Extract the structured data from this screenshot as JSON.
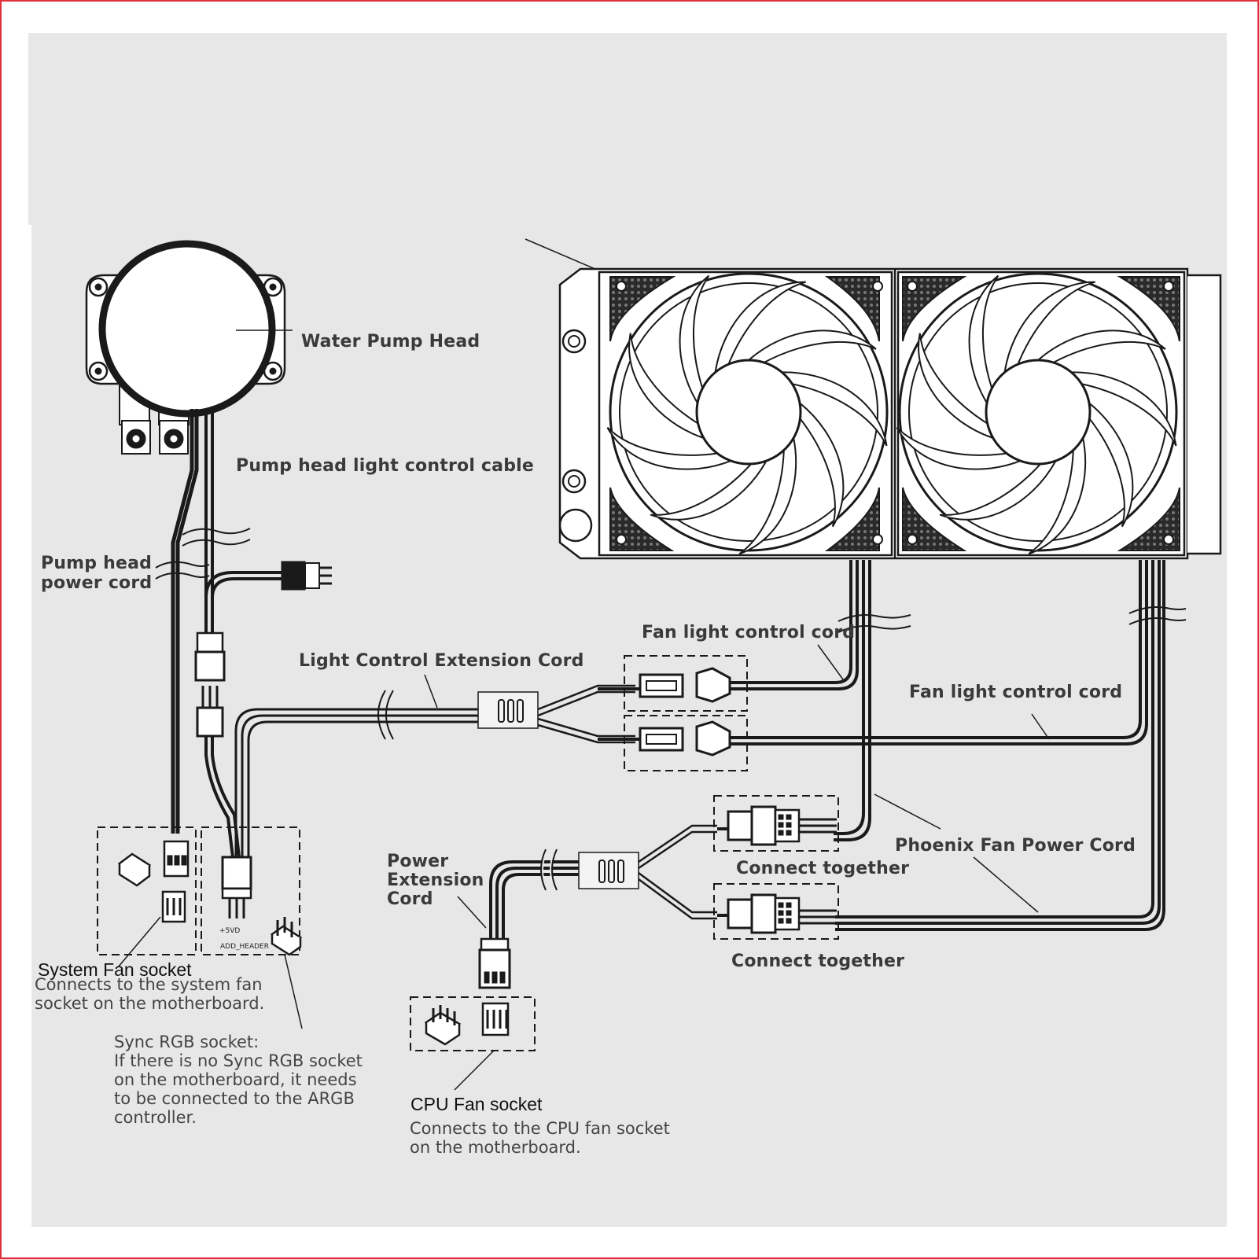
{
  "labels": {
    "water_pump_head": "Water Pump Head",
    "pump_light_cable": "Pump head light control cable",
    "pump_power_cord": "Pump head\npower cord",
    "light_ext_cord": "Light Control Extension Cord",
    "fan_light_cord_1": "Fan light control cord",
    "fan_light_cord_2": "Fan light control cord",
    "phoenix_power": "Phoenix Fan Power Cord",
    "connect_together_1": "Connect together",
    "connect_together_2": "Connect together",
    "power_ext_cord": "Power\nExtension\nCord",
    "system_fan_title": "System Fan socket",
    "system_fan_desc": "Connects to the system fan\nsocket on the motherboard.",
    "sync_rgb": "Sync RGB socket:\nIf there is no Sync RGB socket\non the motherboard, it needs\nto be connected to the ARGB\ncontroller.",
    "cpu_fan_title": "CPU Fan socket",
    "cpu_fan_desc": "Connects to the CPU fan socket\non the motherboard.",
    "plus5vd": "+5VD",
    "add_header": "ADD_HEADER"
  },
  "colors": {
    "frame": "#e0313f",
    "panel": "#e7e7e7",
    "ink": "#1a1a1a",
    "text": "#3a3a3a"
  }
}
